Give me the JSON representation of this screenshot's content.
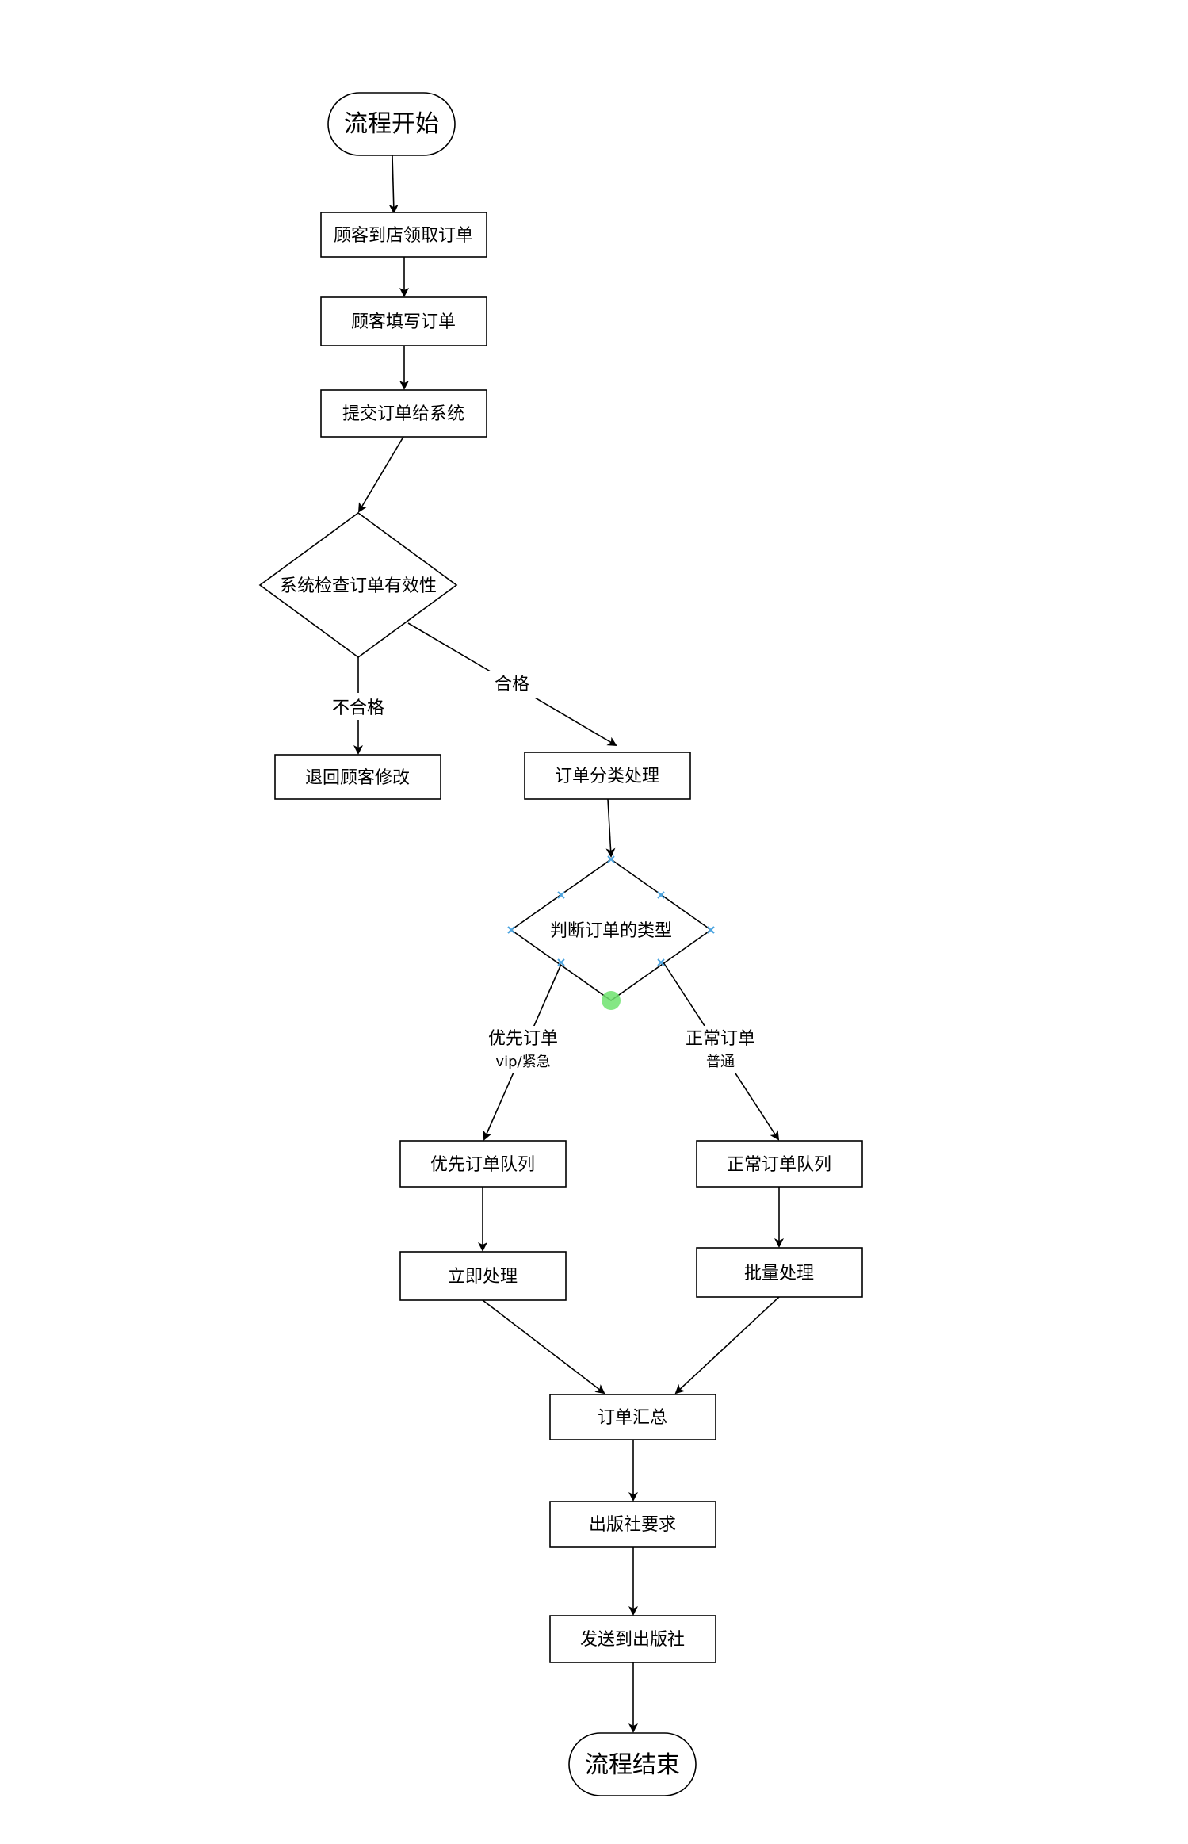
{
  "colors": {
    "stroke": "#000000",
    "fill": "#ffffff",
    "handle": "#4aa3df",
    "selection": "#6ee36e"
  },
  "nodes": {
    "start": "流程开始",
    "get_order": "顾客到店领取订单",
    "fill_order": "顾客填写订单",
    "submit": "提交订单给系统",
    "check": "系统检查订单有效性",
    "return_modify": "退回顾客修改",
    "classify": "订单分类处理",
    "judge_type": "判断订单的类型",
    "priority_queue": "优先订单队列",
    "normal_queue": "正常订单队列",
    "immediate": "立即处理",
    "batch": "批量处理",
    "summary": "订单汇总",
    "publisher_req": "出版社要求",
    "send": "发送到出版社",
    "end": "流程结束"
  },
  "edge_labels": {
    "fail": "不合格",
    "pass": "合格",
    "priority_line1": "优先订单",
    "priority_line2": "vip/紧急",
    "normal_line1": "正常订单",
    "normal_line2": "普通"
  }
}
